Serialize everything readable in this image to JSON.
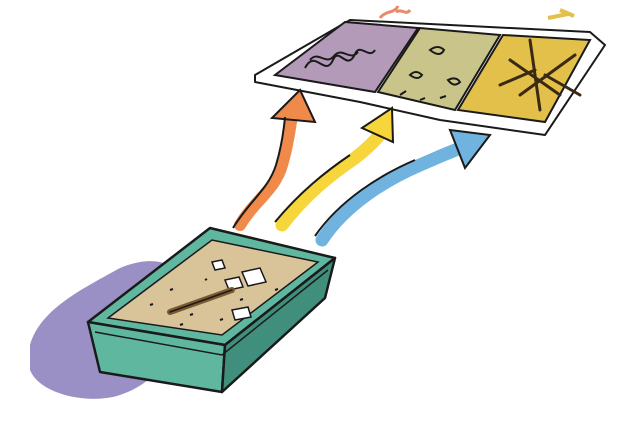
{
  "illustration": {
    "subject": "sieve-tray-with-three-arrows-to-sorted-trays",
    "colors": {
      "outline": "#1a1a1a",
      "tray_green": "#5fb7a0",
      "tray_green_dark": "#3f8f7c",
      "shadow_purple": "#8a7dbb",
      "soil": "#d9c49a",
      "twig": "#7a5a2e",
      "arrow_orange": "#f08a4b",
      "arrow_yellow": "#f6d63a",
      "arrow_blue": "#6fb3de",
      "panel_purple": "#b39ab8",
      "panel_olive": "#c9c48a",
      "panel_gold": "#e3c04a"
    },
    "icons": [
      "tray-icon",
      "arrow-icon",
      "panel-icon"
    ],
    "arrow_count": 3,
    "panel_count": 3
  }
}
